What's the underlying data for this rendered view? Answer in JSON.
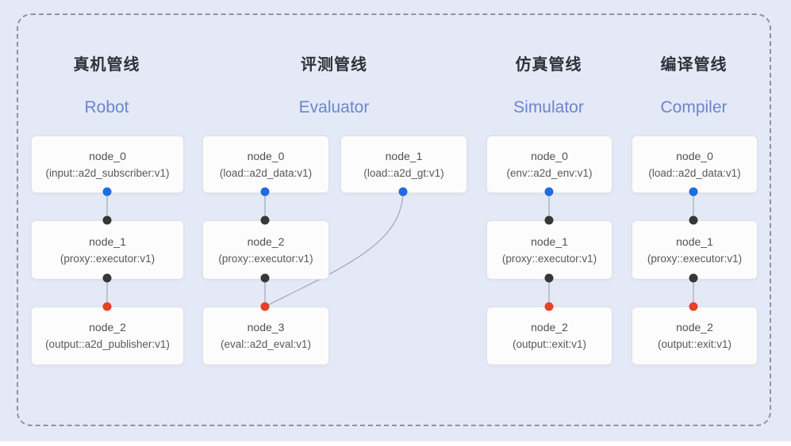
{
  "diagram": {
    "description": "Four node-graph pipelines inside a dashed panel",
    "colors": {
      "panel_background": "#e4e9f7",
      "dashed_border": "#8e949e",
      "node_fill": "#fcfcfd",
      "node_border": "#e0e1e5",
      "node_text": "#4f5257",
      "title_zh_color": "#2e3138",
      "title_en_color": "#6b85cd",
      "wire": "#a0a8b4",
      "output_port_dot": "#1d6ce0",
      "intermediate_port_dot": "#373737",
      "final_input_port_dot": "#e7402d"
    }
  },
  "pipelines": [
    {
      "title_zh": "真机管线",
      "title_en": "Robot",
      "nodes": [
        {
          "name": "node_0",
          "type": "(input::a2d_subscriber:v1)"
        },
        {
          "name": "node_1",
          "type": "(proxy::executor:v1)"
        },
        {
          "name": "node_2",
          "type": "(output::a2d_publisher:v1)"
        }
      ]
    },
    {
      "title_zh": "评测管线",
      "title_en": "Evaluator",
      "nodes": [
        {
          "name": "node_0",
          "type": "(load::a2d_data:v1)"
        },
        {
          "name": "node_1",
          "type": "(load::a2d_gt:v1)"
        },
        {
          "name": "node_2",
          "type": "(proxy::executor:v1)"
        },
        {
          "name": "node_3",
          "type": "(eval::a2d_eval:v1)"
        }
      ]
    },
    {
      "title_zh": "仿真管线",
      "title_en": "Simulator",
      "nodes": [
        {
          "name": "node_0",
          "type": "(env::a2d_env:v1)"
        },
        {
          "name": "node_1",
          "type": "(proxy::executor:v1)"
        },
        {
          "name": "node_2",
          "type": "(output::exit:v1)"
        }
      ]
    },
    {
      "title_zh": "编译管线",
      "title_en": "Compiler",
      "nodes": [
        {
          "name": "node_0",
          "type": "(load::a2d_data:v1)"
        },
        {
          "name": "node_1",
          "type": "(proxy::executor:v1)"
        },
        {
          "name": "node_2",
          "type": "(output::exit:v1)"
        }
      ]
    }
  ]
}
